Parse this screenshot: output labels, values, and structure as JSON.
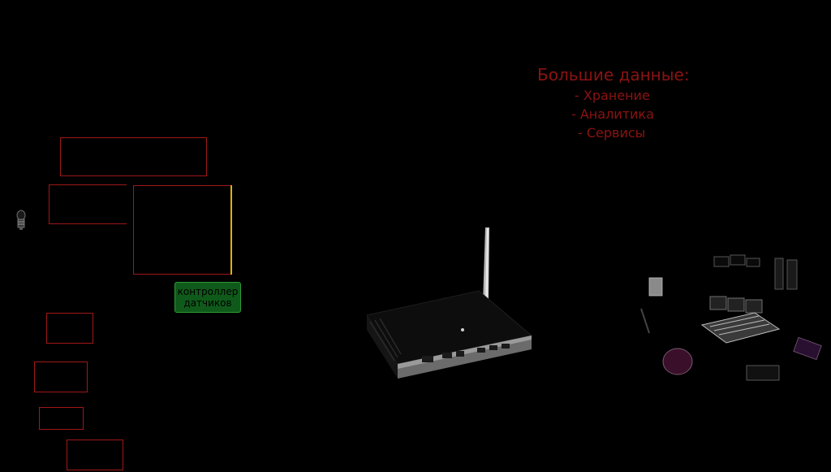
{
  "big_data": {
    "title": "Большие данные:",
    "items": [
      "- Хранение",
      "- Аналитика",
      "- Сервисы"
    ]
  },
  "controller": {
    "line1": "контроллер",
    "line2": "датчиков"
  },
  "icons": {
    "bulb": "light-bulb-icon",
    "router": "wifi-router-icon",
    "control_room": "control-room-icon"
  },
  "colors": {
    "background": "#000000",
    "box_border": "#a01818",
    "text_red": "#8c1212",
    "controller_fill": "#0f5a1a",
    "accent_line": "#e0b400"
  }
}
